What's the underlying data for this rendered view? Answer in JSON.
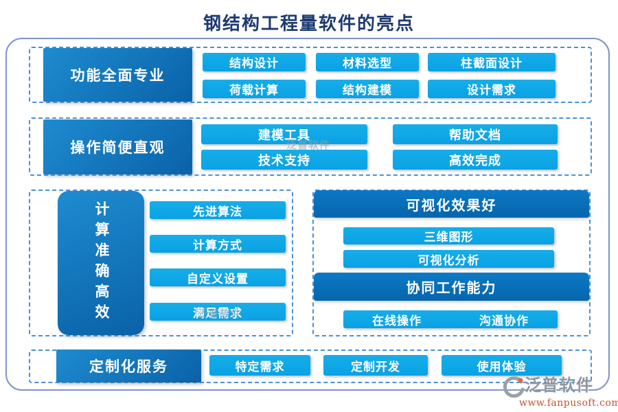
{
  "title": "钢结构工程量软件的亮点",
  "sections": {
    "features": {
      "header": "功能全面专业",
      "buttons": [
        "结构设计",
        "材料选型",
        "柱截面设计",
        "荷载计算",
        "结构建模",
        "设计需求"
      ]
    },
    "operation": {
      "header": "操作简便直观",
      "buttons": [
        "建模工具",
        "帮助文档",
        "技术支持",
        "高效完成"
      ]
    },
    "calculation": {
      "header": "计算准确高效",
      "buttons": [
        "先进算法",
        "计算方式",
        "自定义设置",
        "满足需求"
      ]
    },
    "visualization": {
      "header": "可视化效果好",
      "buttons": [
        "三维图形",
        "可视化分析"
      ]
    },
    "collaboration": {
      "header": "协同工作能力",
      "buttons": [
        "在线操作",
        "沟通协作"
      ]
    },
    "customization": {
      "header": "定制化服务",
      "buttons": [
        "特定需求",
        "定制开发",
        "使用体验"
      ]
    }
  },
  "watermark": {
    "text": "泛普软件"
  },
  "branding": {
    "name": "泛普软件",
    "url": "www.fanpusoft.com"
  },
  "colors": {
    "title_text": "#1d3a70",
    "dashed_border": "#4a8fd8",
    "header_box_gradient_start": "#1e8bd0",
    "header_box_gradient_end": "#0a62a8",
    "chip_blue": "#0ea9e9",
    "outer_frame": "#7e93c9",
    "logo_grey": "#8f979f",
    "url_orange": "#cb4f2b"
  }
}
